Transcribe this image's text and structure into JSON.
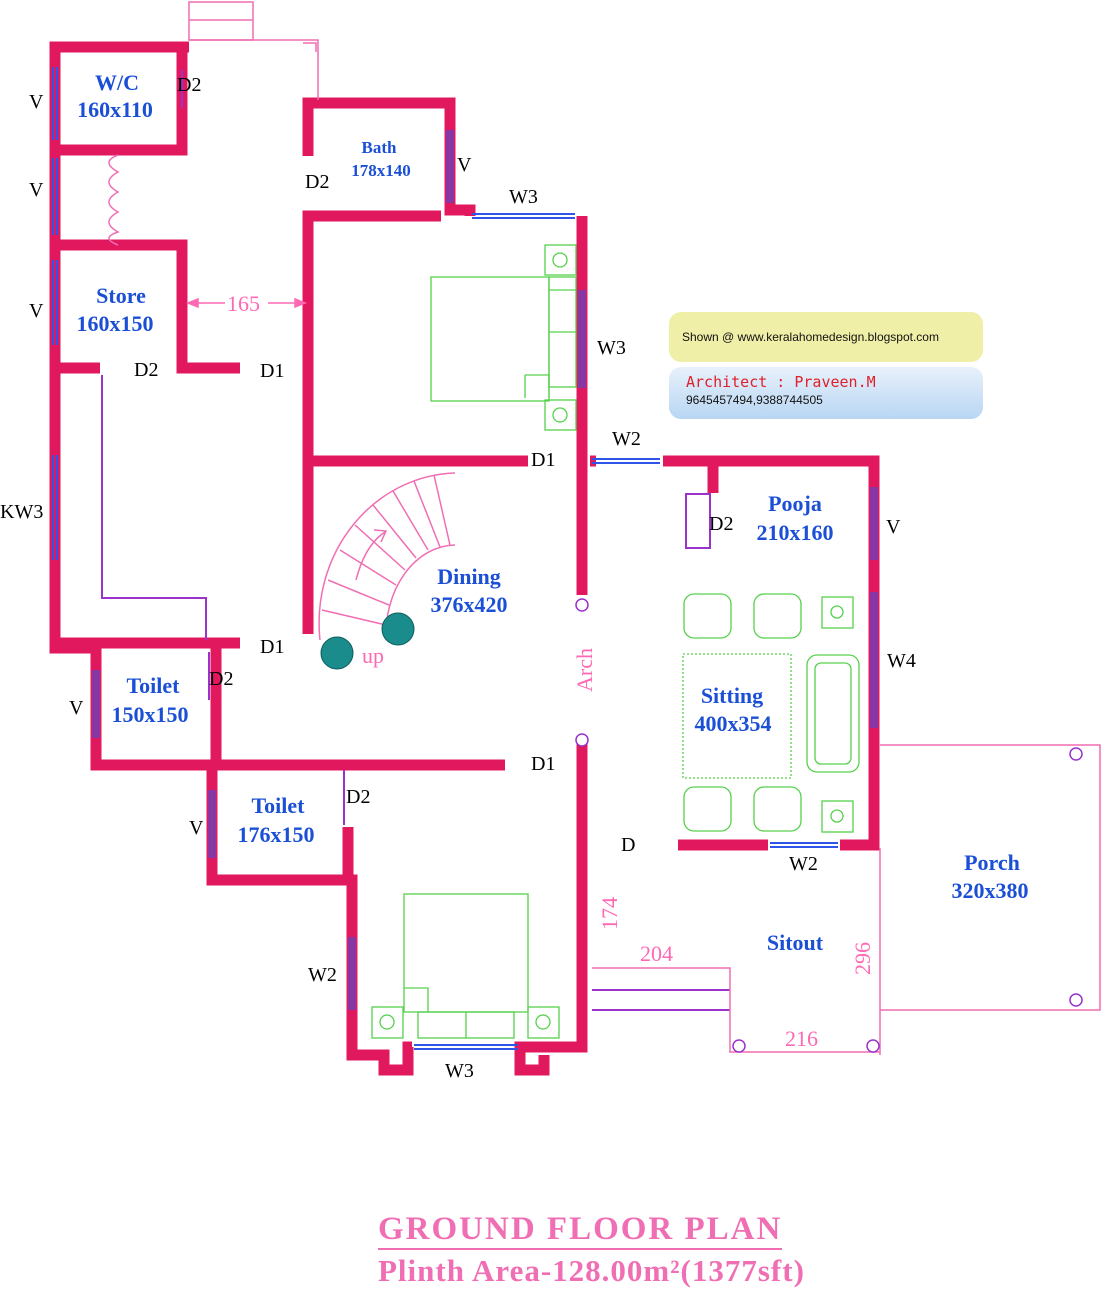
{
  "rooms": {
    "wc": {
      "name": "W/C",
      "size": "160x110"
    },
    "bath": {
      "name": "Bath",
      "size": "178x140"
    },
    "store": {
      "name": "Store",
      "size": "160x150"
    },
    "dining": {
      "name": "Dining",
      "size": "376x420"
    },
    "pooja": {
      "name": "Pooja",
      "size": "210x160"
    },
    "sitting": {
      "name": "Sitting",
      "size": "400x354"
    },
    "toilet1": {
      "name": "Toilet",
      "size": "150x150"
    },
    "toilet2": {
      "name": "Toilet",
      "size": "176x150"
    },
    "porch": {
      "name": "Porch",
      "size": "320x380"
    },
    "sitout": {
      "name": "Sitout"
    }
  },
  "openings": {
    "v": "V",
    "d1": "D1",
    "d2": "D2",
    "d": "D",
    "w2": "W2",
    "w3": "W3",
    "w4": "W4",
    "kw3": "KW3",
    "arch": "Arch",
    "up": "up"
  },
  "dimensions": {
    "d165": "165",
    "d174": "174",
    "d204": "204",
    "d216": "216",
    "d296": "296"
  },
  "info": {
    "shown": "Shown @  www.keralahomedesign.blogspot.com",
    "architect": "Architect : Praveen.M",
    "phone": "9645457494,9388744505"
  },
  "title": {
    "main": "GROUND  FLOOR  PLAN",
    "area": "Plinth Area-128.00m²(1377sft)"
  },
  "colors": {
    "wall": "#e2185f",
    "window": "#2f55e8",
    "dim": "#ff69b4",
    "door_leaf": "#9933cc",
    "furniture": "#56d14c",
    "room_label": "#1a4fd6"
  },
  "icons": [
    "plant-icon",
    "bed-icon",
    "sofa-icon",
    "chair-icon"
  ]
}
